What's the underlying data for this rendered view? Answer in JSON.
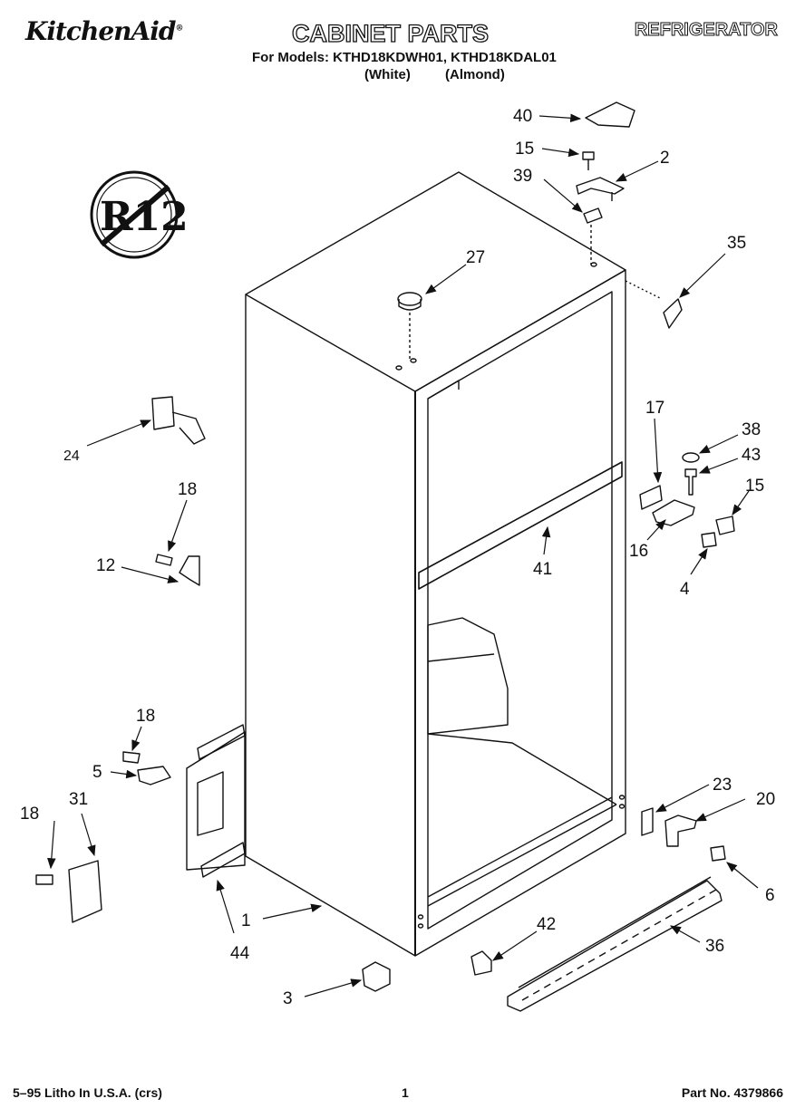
{
  "header": {
    "brand": "KitchenAid",
    "brand_mark": "®",
    "title": "CABINET PARTS",
    "category": "REFRIGERATOR",
    "models_line": "For Models: KTHD18KDWH01, KTHD18KDAL01",
    "variant_1": "(White)",
    "variant_2": "(Almond)"
  },
  "badge": {
    "text": "R12"
  },
  "callouts": {
    "p40": "40",
    "p15a": "15",
    "p2": "2",
    "p39": "39",
    "p35": "35",
    "p27": "27",
    "p24": "24",
    "p18a": "18",
    "p12": "12",
    "p17": "17",
    "p38": "38",
    "p43": "43",
    "p15b": "15",
    "p16": "16",
    "p4": "4",
    "p41": "41",
    "p18b": "18",
    "p5": "5",
    "p31": "31",
    "p18c": "18",
    "p23": "23",
    "p20": "20",
    "p6": "6",
    "p1": "1",
    "p44": "44",
    "p42": "42",
    "p36": "36",
    "p3": "3"
  },
  "footer": {
    "left": "5–95 Litho In U.S.A. (crs)",
    "page": "1",
    "part_no": "Part No. 4379866"
  }
}
